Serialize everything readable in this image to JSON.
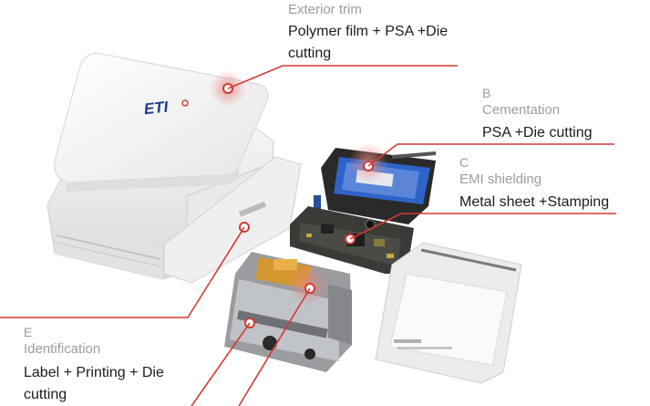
{
  "annotations": {
    "a": {
      "letter": "",
      "category": "Exterior trim",
      "process_line1": "Polymer film + PSA +Die",
      "process_line2": "cutting"
    },
    "b": {
      "letter": "B",
      "category": "Cementation",
      "process_line1": "PSA +Die cutting",
      "process_line2": ""
    },
    "c": {
      "letter": "C",
      "category": "EMI shielding",
      "process_line1": "Metal sheet +Stamping",
      "process_line2": ""
    },
    "e": {
      "letter": "E",
      "category": "Identification",
      "process_line1": "Label + Printing + Die",
      "process_line2": "cutting"
    }
  },
  "device": {
    "logo_text": "ETI"
  },
  "colors": {
    "accent": "#d23a33",
    "category_text": "#9c9c9c",
    "process_text": "#1c1c1c",
    "device_white": "#f1f1f1",
    "battery_blue": "#2e63c9",
    "pcb_dark": "#3a3a36"
  }
}
